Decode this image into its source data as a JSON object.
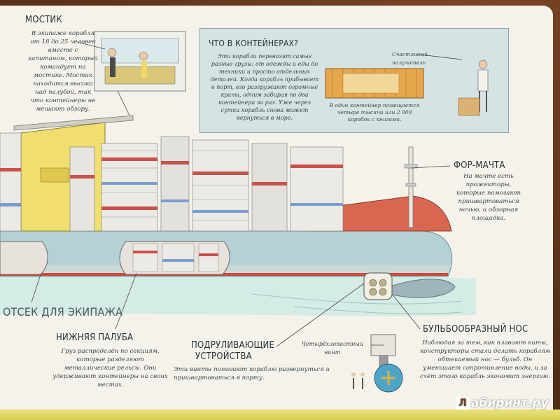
{
  "bridge": {
    "title": "МОСТИК",
    "text": "В экипаже корабля от 18 до 25 человек вместе с капитаном, который командует на мостике. Мостик находится высоко над палубой, так что контейнеры не мешают обзору."
  },
  "containers_box": {
    "title": "ЧТО В КОНТЕЙНЕРАХ?",
    "text": "Эти корабли перевозят самые разные грузы: от одежды и еды до техники и просто отдельных деталей. Когда корабль прибывает в порт, его разгружают огромные краны, одним забирая по два контейнера за раз. Уже через сутки корабль снова может вернуться в море.",
    "caption": "В один контейнер помещается четыре тысячи или 2 000 коробок с книгами.",
    "person_label": "Счастливый получатель"
  },
  "foremast": {
    "title": "ФОР-МАЧТА",
    "text": "На мачте есть прожекторы, которые помогают пришвартоваться ночью, и обзорная площадка."
  },
  "crew_compartment": {
    "title": "ОТСЕК ДЛЯ ЭКИПАЖА"
  },
  "lower_deck": {
    "title": "НИЖНЯЯ ПАЛУБА",
    "text": "Груз распределён по секциям, которые разделяют металлические рельсы. Они удерживают контейнеры на своих местах."
  },
  "thrusters": {
    "title_line1": "ПОДРУЛИВАЮЩИЕ",
    "title_line2": "УСТРОЙСТВА",
    "text": "Эти винты помогают кораблю развернуться и пришвартоваться в порту.",
    "propeller_label": "Четырёхлопастный винт"
  },
  "bulbous_bow": {
    "title": "БУЛЬБООБРАЗНЫЙ НОС",
    "text": "Наблюдая за тем, как плавают киты, конструкторы стали делать кораблям обтекаемый нос — бульб. Он уменьшает сопротивление воды, и за счёт этого корабль экономит энергию."
  },
  "watermark": {
    "logo": "Л",
    "text": "абиринт.ру"
  },
  "colors": {
    "hull": "#b8d4d8",
    "hull_red": "#c94a3b",
    "sea": "#cfe6e3",
    "container_red": "#c9524a",
    "container_blue": "#7c9bd0",
    "box_bg": "#d6e3e4"
  }
}
